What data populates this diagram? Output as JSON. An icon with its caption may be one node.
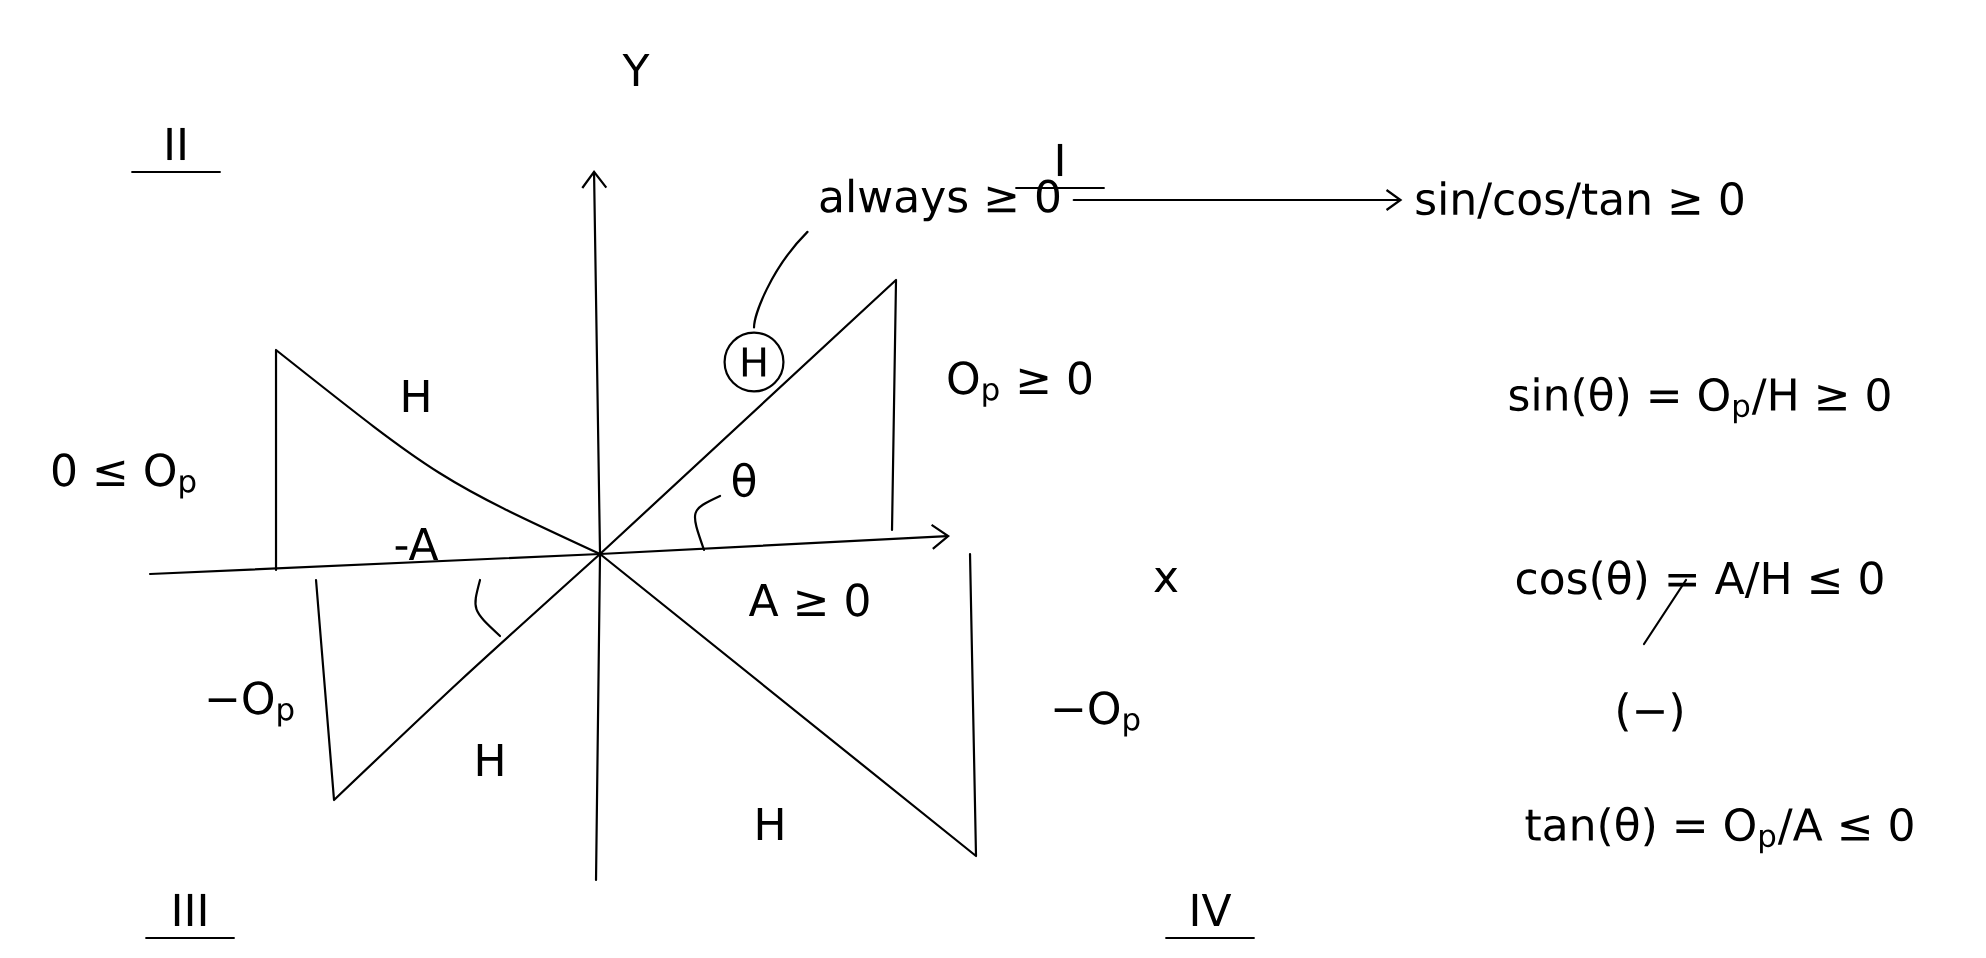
{
  "diagram": {
    "nodes": [
      {
        "text": [
          "always ≥ 0"
        ]
      },
      {
        "text": [
          "H"
        ]
      },
      {
        "text": [
          "sin/cos/tan ≥ 0"
        ]
      }
    ],
    "edges": [
      {
        "from": 0,
        "to": 1,
        "arrow": "none"
      },
      {
        "from": 0,
        "to": 2,
        "arrow": "to"
      }
    ],
    "labels": [
      "Y",
      "II",
      "I",
      "0 ≤ O$_{p}$",
      "H",
      "O$_{p}$ ≥ 0",
      "θ",
      "-A",
      "x",
      "A ≥ 0",
      "−O$_{p}$",
      "H",
      "−O$_{p}$",
      "H",
      "III",
      "IV",
      "sin(θ) = O$_{p}$/H ≥ 0",
      "cos(θ) = A/H ≤ 0",
      "(−)",
      "tan(θ) = O$_{p}$/A ≤ 0"
    ]
  }
}
